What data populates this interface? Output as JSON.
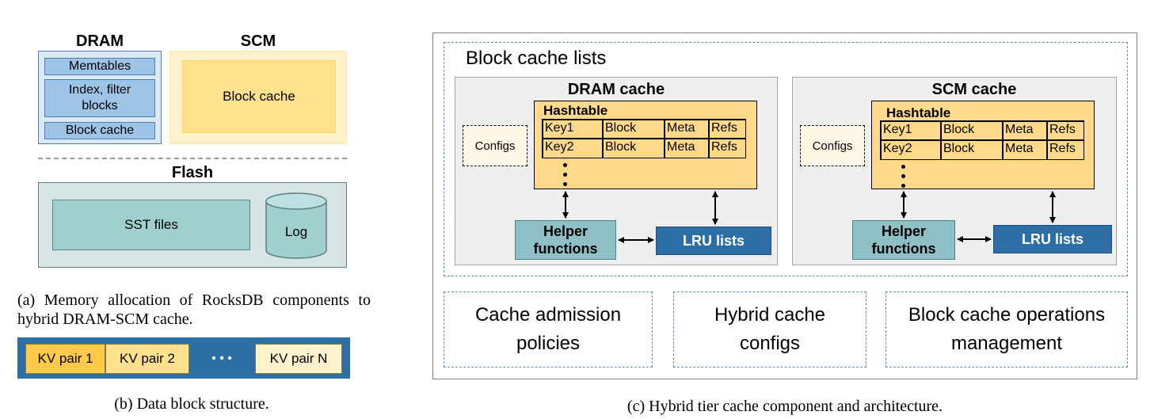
{
  "panel_a": {
    "dram_title": "DRAM",
    "dram_items": [
      "Memtables",
      "Index, filter\nblocks",
      "Block cache"
    ],
    "scm_title": "SCM",
    "scm_item": "Block cache",
    "flash_title": "Flash",
    "sst_label": "SST files",
    "log_label": "Log",
    "caption": "(a) Memory allocation of RocksDB components to hybrid DRAM-SCM cache."
  },
  "panel_b": {
    "kv1": "KV pair 1",
    "kv2": "KV pair 2",
    "ellipsis": "• • •",
    "kvn": "KV pair N",
    "caption": "(b) Data block structure."
  },
  "panel_c": {
    "lists_title": "Block cache lists",
    "dram_cache": {
      "title": "DRAM cache",
      "hashtable_title": "Hashtable",
      "rows": [
        [
          "Key1",
          "Block",
          "Meta",
          "Refs"
        ],
        [
          "Key2",
          "Block",
          "Meta",
          "Refs"
        ]
      ],
      "configs": "Configs",
      "helper": "Helper\nfunctions",
      "lru": "LRU lists"
    },
    "scm_cache": {
      "title": "SCM cache",
      "hashtable_title": "Hashtable",
      "rows": [
        [
          "Key1",
          "Block",
          "Meta",
          "Refs"
        ],
        [
          "Key2",
          "Block",
          "Meta",
          "Refs"
        ]
      ],
      "configs": "Configs",
      "helper": "Helper\nfunctions",
      "lru": "LRU lists"
    },
    "components": [
      "Cache admission\npolicies",
      "Hybrid cache\nconfigs",
      "Block cache operations\nmanagement"
    ],
    "caption": "(c) Hybrid tier cache component and architecture."
  }
}
